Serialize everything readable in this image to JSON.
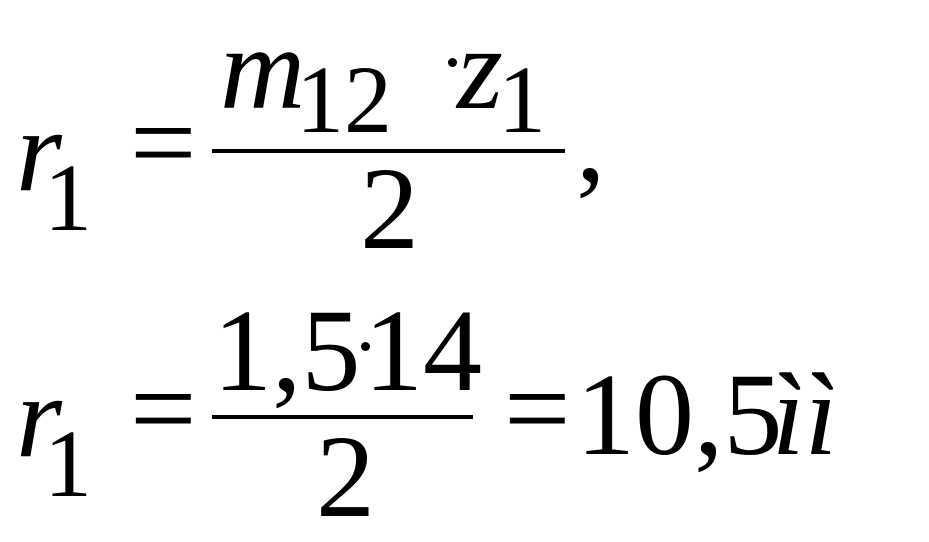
{
  "formula1": {
    "lhs_var": "r",
    "lhs_sub": "1",
    "equals": "=",
    "num_var1": "m",
    "num_sub1": "12",
    "num_var2": "z",
    "num_sub2": "1",
    "denominator": "2",
    "trailing": ","
  },
  "formula2": {
    "lhs_var": "r",
    "lhs_sub": "1",
    "equals": "=",
    "num_a": "1,5",
    "num_b": "14",
    "denominator": "2",
    "equals2": "=",
    "result_value": "10,5",
    "result_unit": "ìì"
  }
}
